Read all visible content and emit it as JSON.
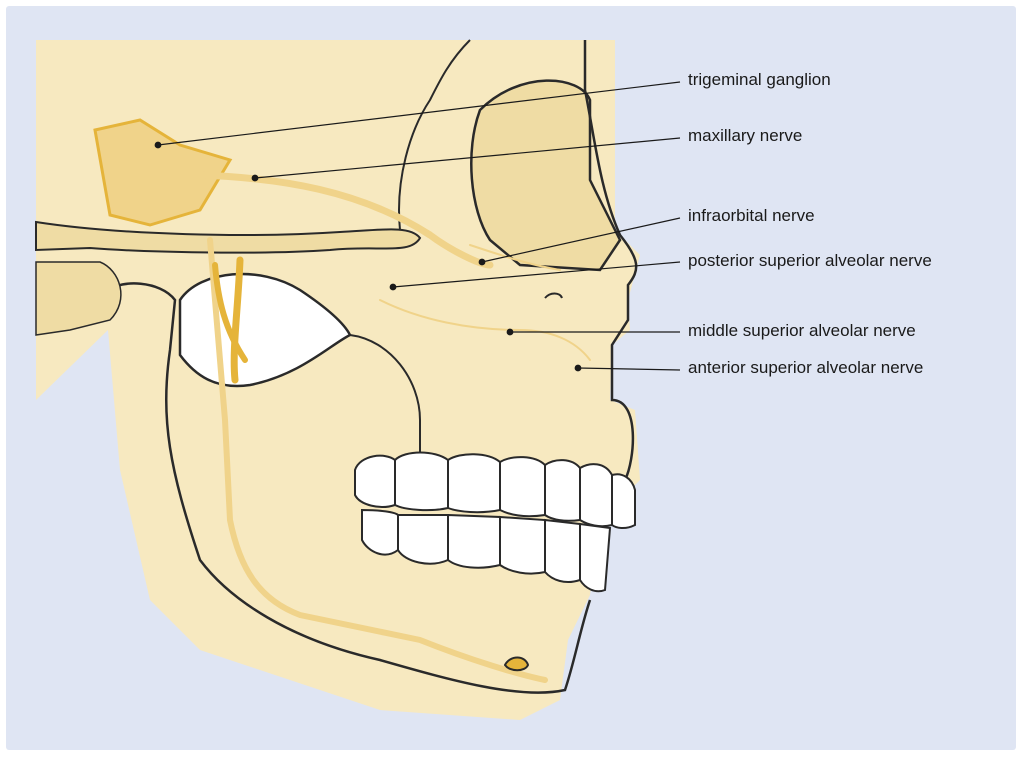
{
  "colors": {
    "panel_bg": "#dfe5f3",
    "bone": "#f7e9c0",
    "bone_shade": "#efdca4",
    "nerve": "#e5b43a",
    "nerve_light": "#f0d38a",
    "outline": "#2a2a2a",
    "tooth": "#ffffff"
  },
  "labels": [
    {
      "id": "trigeminal-ganglion",
      "text": "trigeminal ganglion"
    },
    {
      "id": "maxillary-nerve",
      "text": "maxillary nerve"
    },
    {
      "id": "infraorbital-nerve",
      "text": "infraorbital nerve"
    },
    {
      "id": "posterior-superior-alveolar-nerve",
      "text": "posterior superior alveolar nerve"
    },
    {
      "id": "middle-superior-alveolar-nerve",
      "text": "middle superior alveolar nerve"
    },
    {
      "id": "anterior-superior-alveolar-nerve",
      "text": "anterior superior alveolar nerve"
    }
  ]
}
